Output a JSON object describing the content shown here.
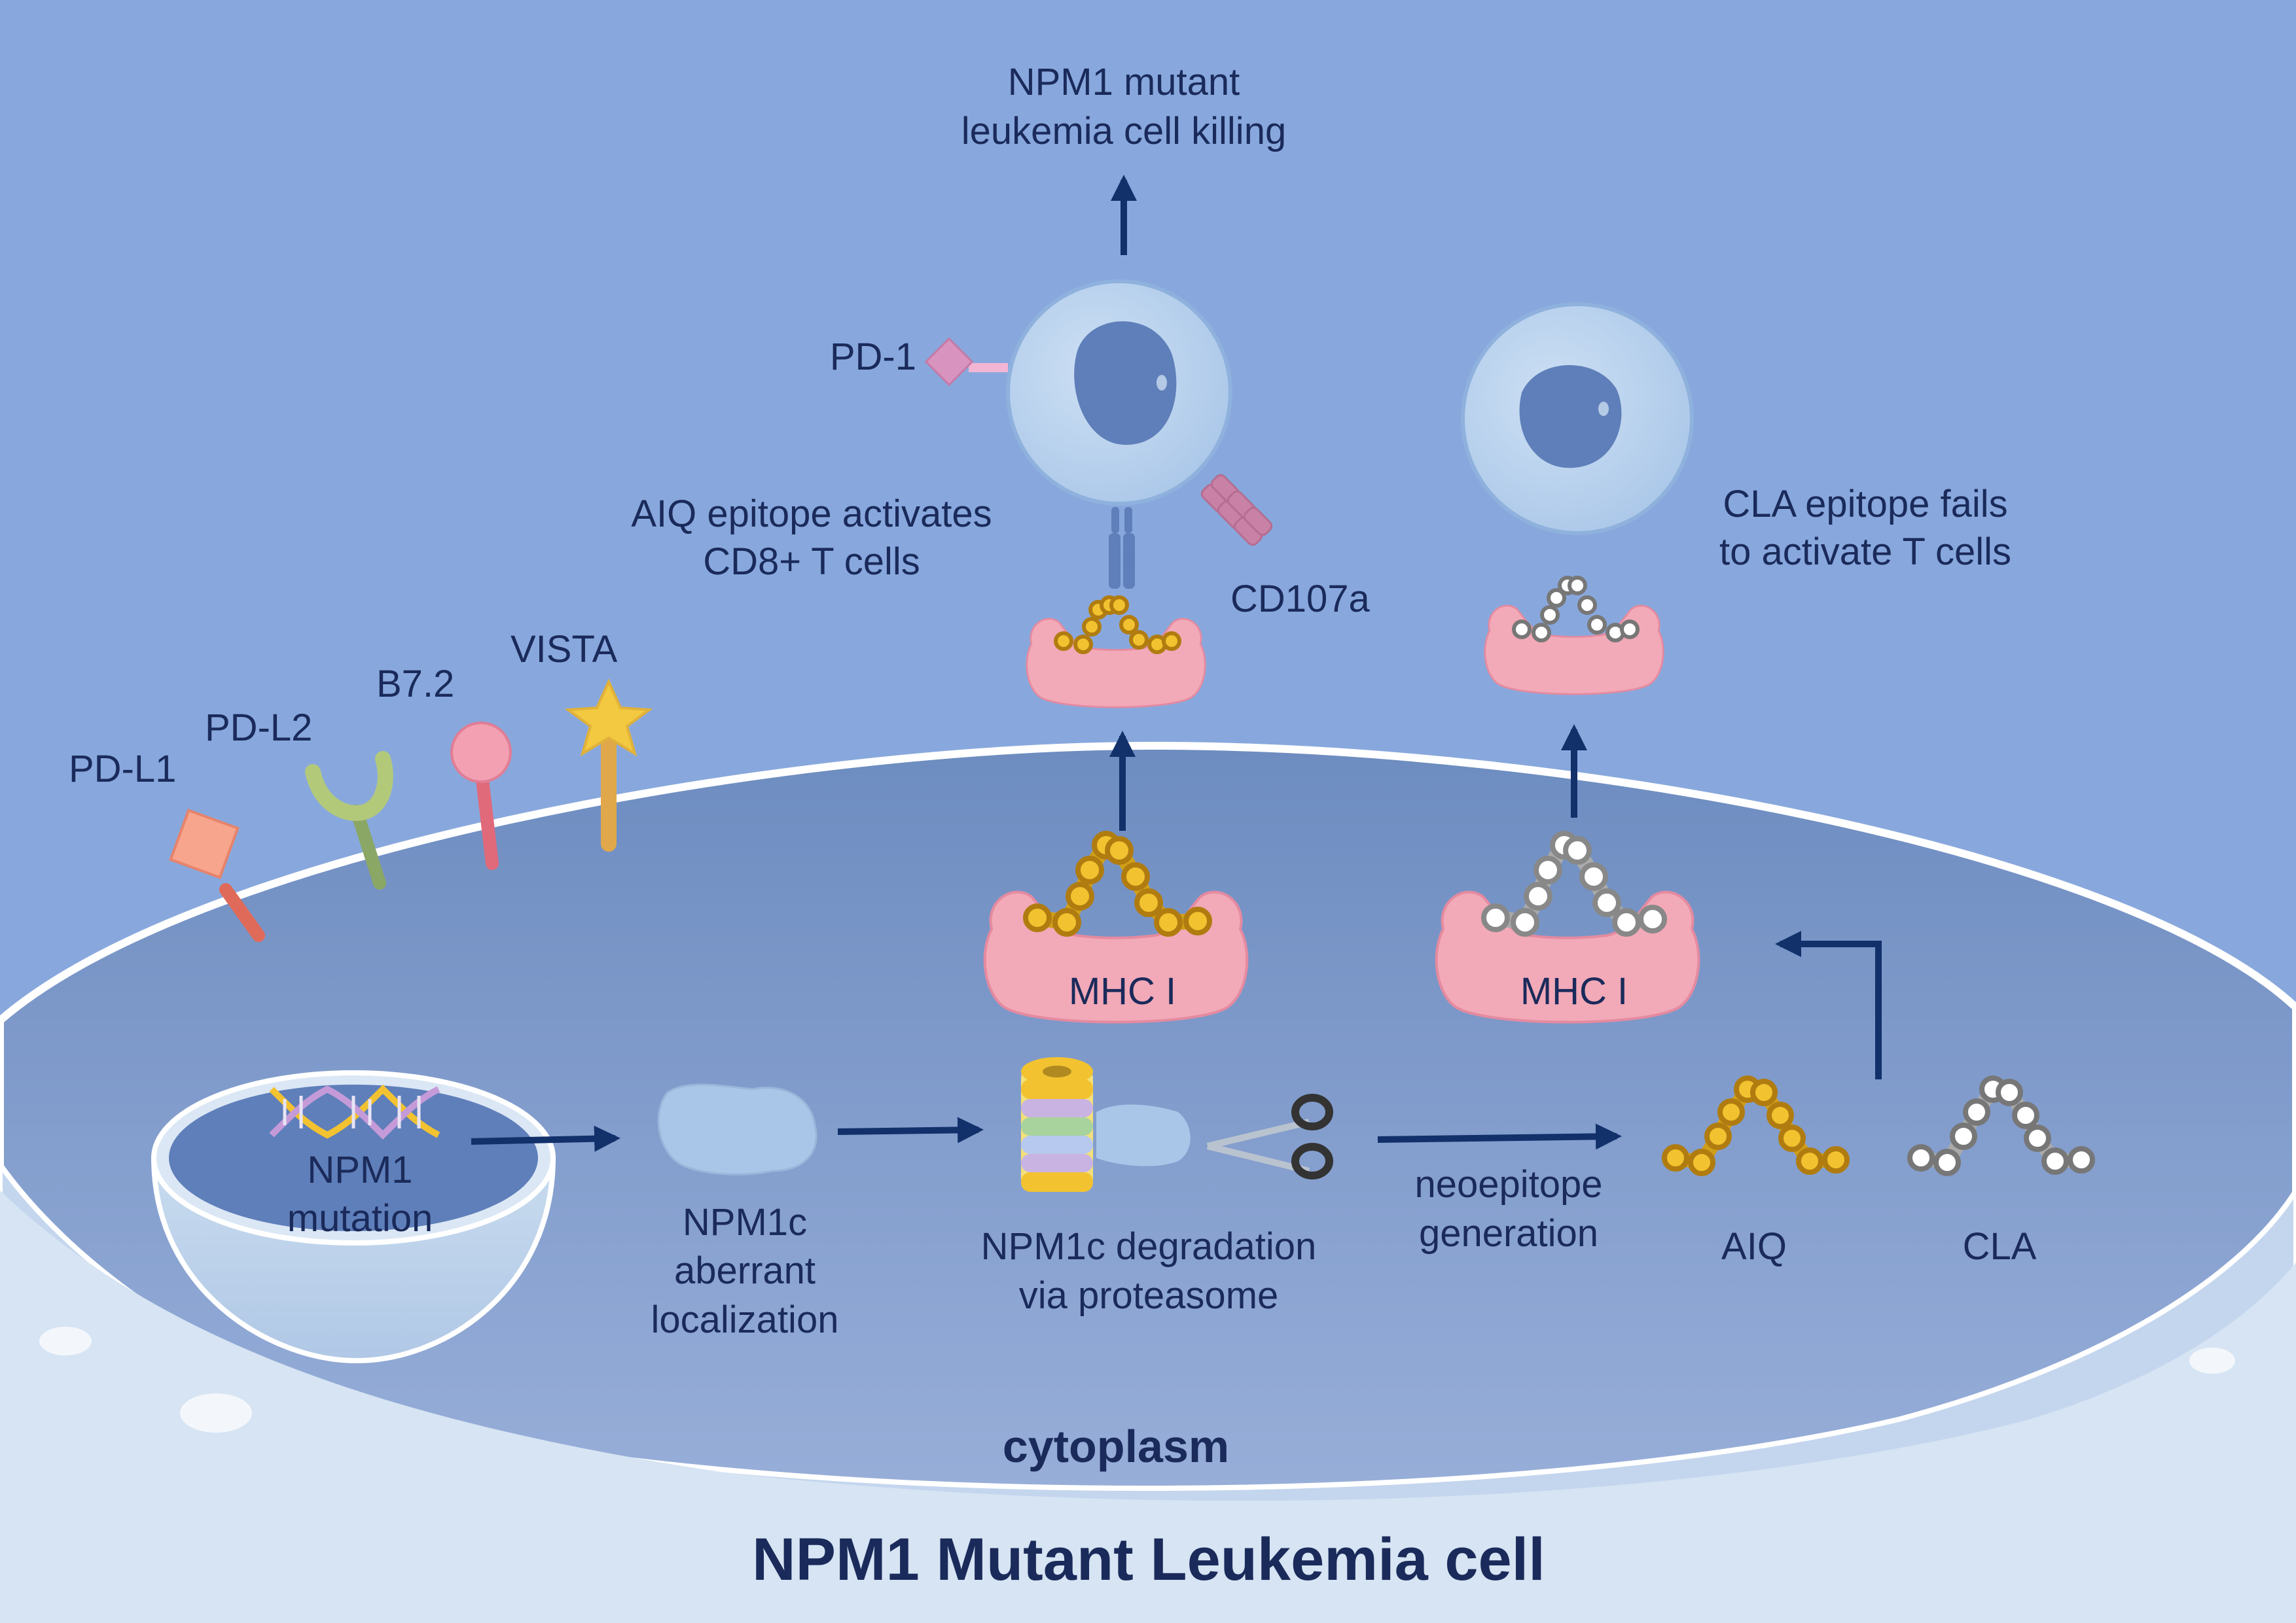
{
  "labels": {
    "killing_line1": "NPM1 mutant",
    "killing_line2": "leukemia cell killing",
    "pd1": "PD-1",
    "aiq_activates_line1": "AIQ epitope activates",
    "aiq_activates_line2": "CD8+ T cells",
    "cd107a": "CD107a",
    "cla_fails_line1": "CLA epitope fails",
    "cla_fails_line2": "to activate T cells",
    "pdl1": "PD-L1",
    "pdl2": "PD-L2",
    "b72": "B7.2",
    "vista": "VISTA",
    "mhc_left": "MHC I",
    "mhc_right": "MHC I",
    "npm1_mutation_line1": "NPM1",
    "npm1_mutation_line2": "mutation",
    "npm1c_line1": "NPM1c",
    "npm1c_line2": "aberrant",
    "npm1c_line3": "localization",
    "degradation_line1": "NPM1c degradation",
    "degradation_line2": "via proteasome",
    "neoepitope_line1": "neoepitope",
    "neoepitope_line2": "generation",
    "aiq": "AIQ",
    "cla": "CLA",
    "cytoplasm": "cytoplasm",
    "title": "NPM1 Mutant Leukemia cell"
  },
  "colors": {
    "background": "#88a8dd",
    "cell_fill": "#7896c8",
    "arrow": "#12306a",
    "mhc": "#f2a9b8",
    "aiq_bead": "#f2c230",
    "cla_bead": "#ffffff"
  }
}
